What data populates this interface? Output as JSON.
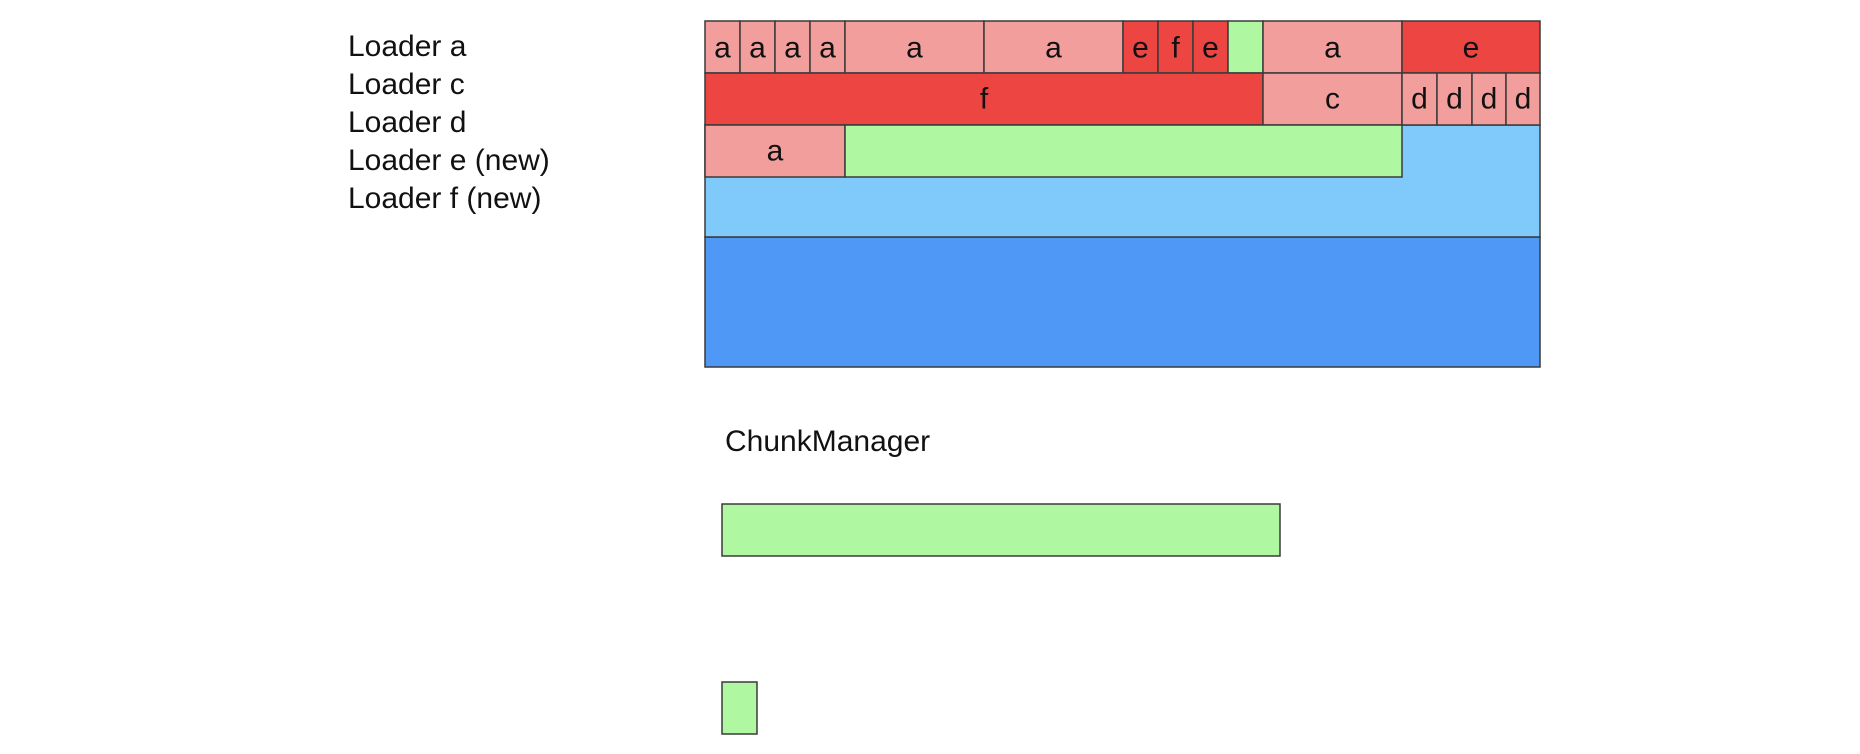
{
  "legend": {
    "loaders": [
      "Loader a",
      "Loader c",
      "Loader d",
      "Loader e (new)",
      "Loader f (new)"
    ]
  },
  "memory_map": {
    "row1": [
      "a",
      "a",
      "a",
      "a",
      "a",
      "a",
      "e",
      "f",
      "e",
      "",
      "a",
      "e"
    ],
    "row2": [
      "f",
      "c",
      "d",
      "d",
      "d",
      "d"
    ],
    "row3": [
      "a",
      ""
    ]
  },
  "chunk_manager": {
    "title": "ChunkManager"
  },
  "colors": {
    "loader_a": "#f29e9c",
    "loader_c": "#f29e9c",
    "loader_d": "#f29e9c",
    "loader_e": "#ed4542",
    "loader_f": "#ed4542",
    "free": "#aff7a0",
    "light_blue": "#80c9fb",
    "dark_blue": "#4f98f6",
    "stroke": "#3a3a3a"
  }
}
